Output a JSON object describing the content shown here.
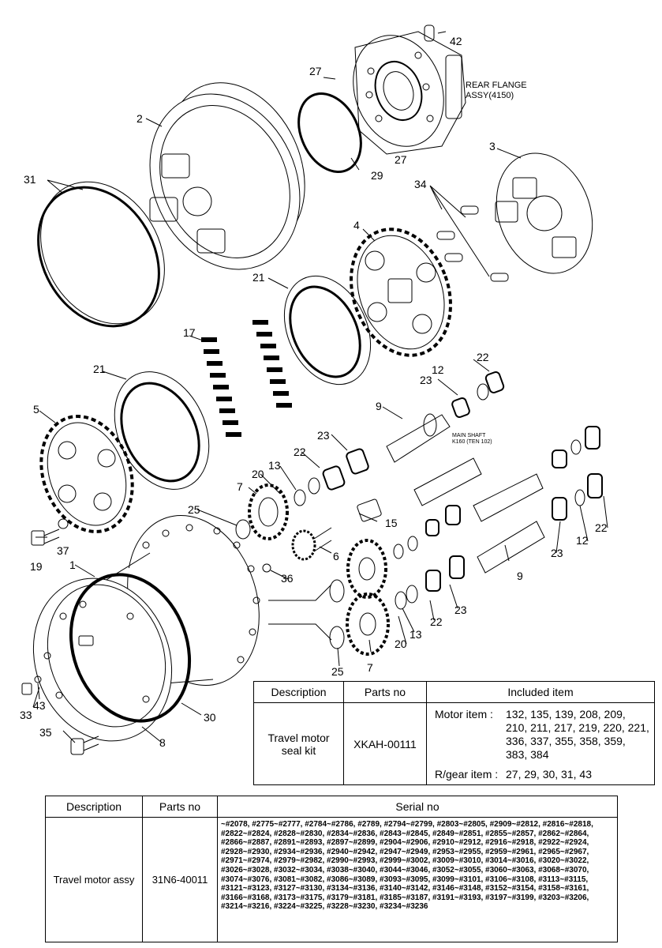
{
  "diagram": {
    "labels": {
      "n42": "42",
      "n27a": "27",
      "rear_flange_1": "REAR FLANGE",
      "rear_flange_2": "ASSY(4150)",
      "n2": "2",
      "n29": "29",
      "n27b": "27",
      "n3": "3",
      "n31": "31",
      "n34": "34",
      "n4": "4",
      "n21a": "21",
      "n17": "17",
      "n22a": "22",
      "n23a": "23",
      "n12a": "12",
      "n21b": "21",
      "n9a": "9",
      "n5": "5",
      "n23b": "23",
      "main_shaft_1": "MAIN SHAFT",
      "main_shaft_2": "K160 (TEN 102)",
      "n22b": "22",
      "n13a": "13",
      "n20a": "20",
      "n7a": "7",
      "n15": "15",
      "n25a": "25",
      "n22c": "22",
      "n6": "6",
      "n37": "37",
      "n19": "19",
      "n1": "1",
      "n36": "36",
      "n23c": "23",
      "n12b": "12",
      "n9b": "9",
      "n22d": "22",
      "n23d": "23",
      "n13b": "13",
      "n20b": "20",
      "n25b": "25",
      "n7b": "7",
      "n33": "33",
      "n43": "43",
      "n30": "30",
      "n35": "35",
      "n8": "8"
    }
  },
  "kit_table": {
    "headers": [
      "Description",
      "Parts no",
      "Included item"
    ],
    "description": "Travel motor seal kit",
    "parts_no": "XKAH-00111",
    "motor_label": "Motor item :",
    "motor_items": "132, 135, 139, 208, 209, 210, 211, 217, 219, 220, 221, 336, 337, 355, 358, 359, 383, 384",
    "rgear_label": "R/gear item :",
    "rgear_items": "27, 29, 30, 31, 43"
  },
  "assy_table": {
    "headers": [
      "Description",
      "Parts no",
      "Serial no"
    ],
    "description": "Travel motor assy",
    "parts_no": "31N6-40011",
    "serials": "~#2078, #2775~#2777, #2784~#2786, #2789, #2794~#2799, #2803~#2805, #2909~#2812, #2816~#2818, #2822~#2824, #2828~#2830, #2834~#2836, #2843~#2845, #2849~#2851, #2855~#2857, #2862~#2864, #2866~#2887, #2891~#2893, #2897~#2899, #2904~#2906, #2910~#2912, #2916~#2918, #2922~#2924, #2928~#2930, #2934~#2936, #2940~#2942, #2947~#2949, #2953~#2955, #2959~#2961, #2965~#2967, #2971~#2974, #2979~#2982, #2990~#2993, #2999~#3002, #3009~#3010, #3014~#3016, #3020~#3022, #3026~#3028, #3032~#3034, #3038~#3040, #3044~#3046, #3052~#3055, #3060~#3063, #3068~#3070, #3074~#3076, #3081~#3082, #3086~#3089, #3093~#3095, #3099~#3101, #3106~#3108, #3113~#3115, #3121~#3123, #3127~#3130, #3134~#3136, #3140~#3142, #3146~#3148, #3152~#3154, #3158~#3161, #3166~#3168, #3173~#3175, #3179~#3181, #3185~#3187, #3191~#3193, #3197~#3199, #3203~#3206, #3214~#3216, #3224~#3225, #3228~#3230, #3234~#3236"
  }
}
